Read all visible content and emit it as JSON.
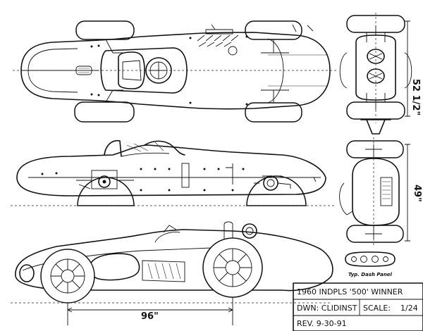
{
  "dimensions": {
    "wheelbase": "96\"",
    "track_width": "52 1/2\"",
    "height": "49\""
  },
  "detail_caption": "Typ. Dash Panel",
  "title_block": {
    "title": "1960 INDPLS '500' WINNER",
    "drawn_by": "DWN: CLIDINST",
    "scale_label": "SCALE:",
    "scale_value": "1/24",
    "revision": "REV. 9-30-91"
  }
}
